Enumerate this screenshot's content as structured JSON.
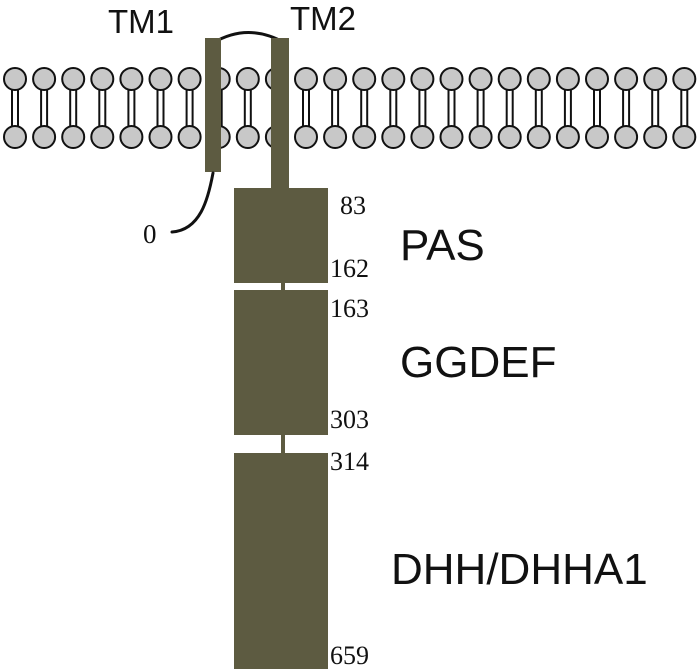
{
  "colors": {
    "protein": "#5d5b41",
    "lipid_head": "#c8c8c8",
    "outline": "#111111",
    "background": "#ffffff"
  },
  "labels": {
    "tm1": "TM1",
    "tm2": "TM2",
    "n_terminus": "0"
  },
  "domains": [
    {
      "name": "PAS",
      "start": "83",
      "end": "162"
    },
    {
      "name": "GGDEF",
      "start": "163",
      "end": "303"
    },
    {
      "name": "DHH/DHHA1",
      "start": "314",
      "end": "659"
    }
  ]
}
